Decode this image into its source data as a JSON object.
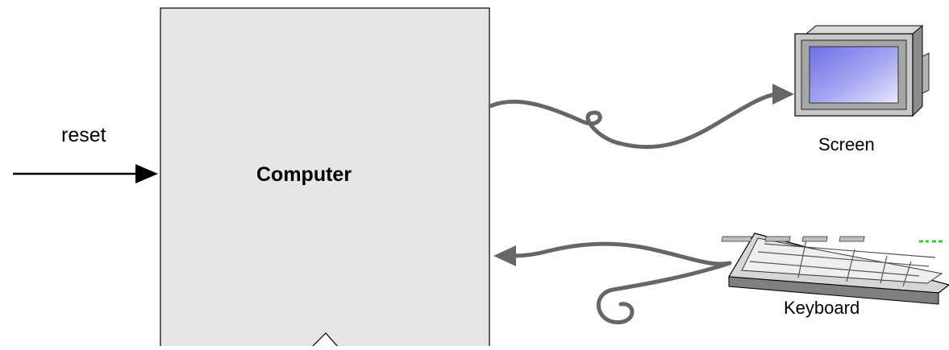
{
  "diagram": {
    "computer_label": "Computer",
    "reset_label": "reset",
    "screen_label": "Screen",
    "keyboard_label": "Keyboard",
    "colors": {
      "computer_fill": "#e6e6e6",
      "cable": "#666666",
      "screen_glass": "#8f8fe8",
      "device_body": "#c8c8c8",
      "keyboard_led": "#33cc33"
    },
    "icons": [
      "monitor-icon",
      "keyboard-icon"
    ]
  }
}
